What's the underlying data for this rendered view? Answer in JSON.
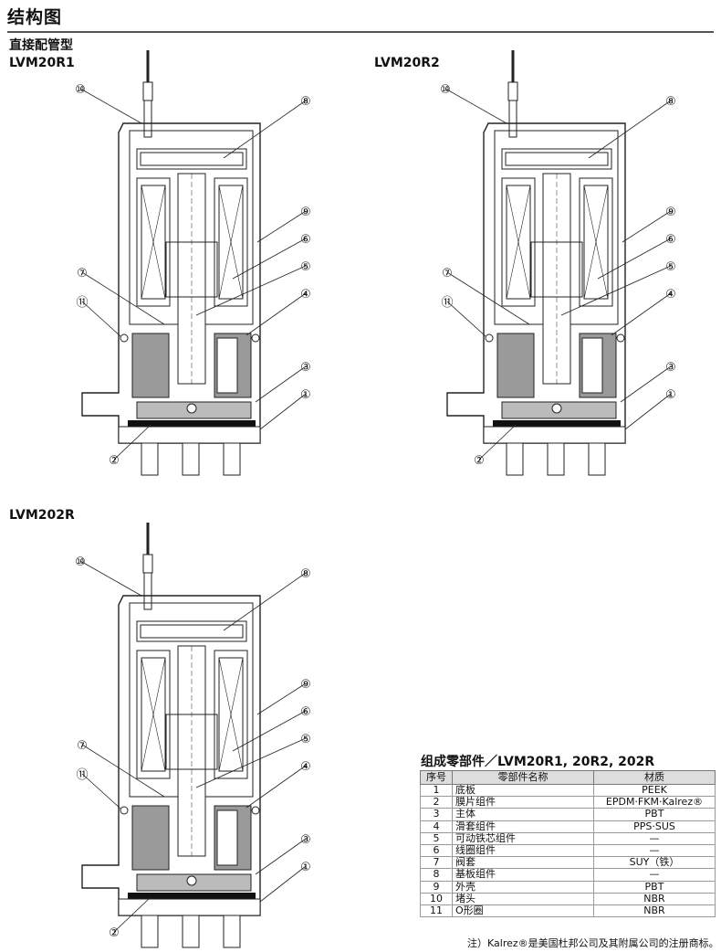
{
  "header": {
    "title": "结构图"
  },
  "section": {
    "subtitle": "直接配管型"
  },
  "diagrams": [
    {
      "model": "LVM20R1",
      "callouts": [
        "⑩",
        "⑧",
        "⑨",
        "⑥",
        "⑤",
        "④",
        "③",
        "①",
        "⑦",
        "⑪",
        "②"
      ]
    },
    {
      "model": "LVM20R2",
      "callouts": [
        "⑩",
        "⑧",
        "⑨",
        "⑥",
        "⑤",
        "④",
        "③",
        "①",
        "⑦",
        "⑪",
        "②"
      ]
    },
    {
      "model": "LVM202R",
      "callouts": [
        "⑩",
        "⑧",
        "⑨",
        "⑥",
        "⑤",
        "④",
        "③",
        "①",
        "⑦",
        "⑪",
        "②"
      ]
    }
  ],
  "parts_table": {
    "title": "组成零部件／LVM20R1, 20R2, 202R",
    "headers": [
      "序号",
      "零部件名称",
      "材质"
    ],
    "rows": [
      [
        "1",
        "底板",
        "PEEK"
      ],
      [
        "2",
        "膜片组件",
        "EPDM·FKM·Kalrez®"
      ],
      [
        "3",
        "主体",
        "PBT"
      ],
      [
        "4",
        "滑套组件",
        "PPS·SUS"
      ],
      [
        "5",
        "可动铁芯组件",
        "—"
      ],
      [
        "6",
        "线圈组件",
        "—"
      ],
      [
        "7",
        "阀套",
        "SUY（铁）"
      ],
      [
        "8",
        "基板组件",
        "—"
      ],
      [
        "9",
        "外壳",
        "PBT"
      ],
      [
        "10",
        "堵头",
        "NBR"
      ],
      [
        "11",
        "O形圈",
        "NBR"
      ]
    ]
  },
  "footnote": "注）Kalrez®是美国杜邦公司及其附属公司的注册商标。"
}
